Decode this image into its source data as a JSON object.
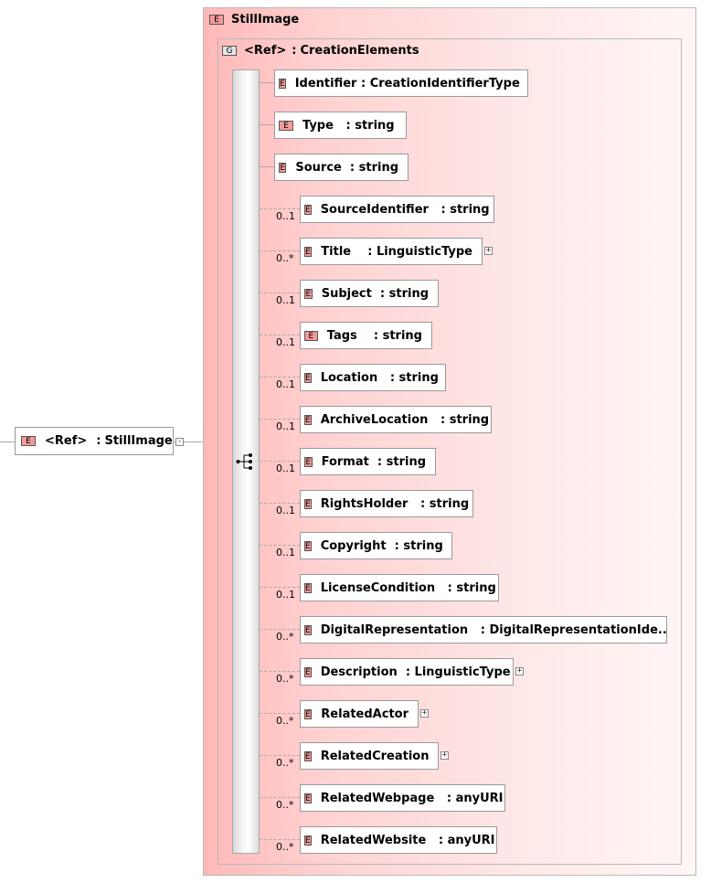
{
  "root": {
    "badge": "E",
    "ref": "<Ref>",
    "sep": ":",
    "name": "StillImage",
    "expander": "-"
  },
  "card": {
    "badge": "E",
    "title": "StillImage"
  },
  "group": {
    "badge": "G",
    "ref": "<Ref>",
    "sep": ":",
    "name": "CreationElements"
  },
  "elements": [
    {
      "name": "Identifier",
      "type": ": CreationIdentifierType",
      "occ": "",
      "expandable": false
    },
    {
      "name": "Type",
      "type": "  : string",
      "occ": "",
      "expandable": false
    },
    {
      "name": "Source",
      "type": " : string",
      "occ": "",
      "expandable": false
    },
    {
      "name": "SourceIdentifier",
      "type": "  : string",
      "occ": "0..1",
      "expandable": false
    },
    {
      "name": "Title",
      "type": "   : LinguisticType",
      "occ": "0..*",
      "expandable": true
    },
    {
      "name": "Subject",
      "type": " : string",
      "occ": "0..1",
      "expandable": false
    },
    {
      "name": "Tags",
      "type": "   : string",
      "occ": "0..1",
      "expandable": false
    },
    {
      "name": "Location",
      "type": "  : string",
      "occ": "0..1",
      "expandable": false
    },
    {
      "name": "ArchiveLocation",
      "type": "  : string",
      "occ": "0..1",
      "expandable": false
    },
    {
      "name": "Format",
      "type": " : string",
      "occ": "0..1",
      "expandable": false
    },
    {
      "name": "RightsHolder",
      "type": "  : string",
      "occ": "0..1",
      "expandable": false
    },
    {
      "name": "Copyright",
      "type": " : string",
      "occ": "0..1",
      "expandable": false
    },
    {
      "name": "LicenseCondition",
      "type": "  : string",
      "occ": "0..1",
      "expandable": false
    },
    {
      "name": "DigitalRepresentation",
      "type": "  : DigitalRepresentationIde...",
      "occ": "0..*",
      "expandable": false
    },
    {
      "name": "Description",
      "type": " : LinguisticType",
      "occ": "0..*",
      "expandable": true
    },
    {
      "name": "RelatedActor",
      "type": "",
      "occ": "0..*",
      "expandable": true
    },
    {
      "name": "RelatedCreation",
      "type": "",
      "occ": "0..*",
      "expandable": true
    },
    {
      "name": "RelatedWebpage",
      "type": "  : anyURI",
      "occ": "0..*",
      "expandable": false
    },
    {
      "name": "RelatedWebsite",
      "type": "  : anyURI",
      "occ": "0..*",
      "expandable": false
    }
  ],
  "element_badge": "E",
  "expand_glyph": "+"
}
